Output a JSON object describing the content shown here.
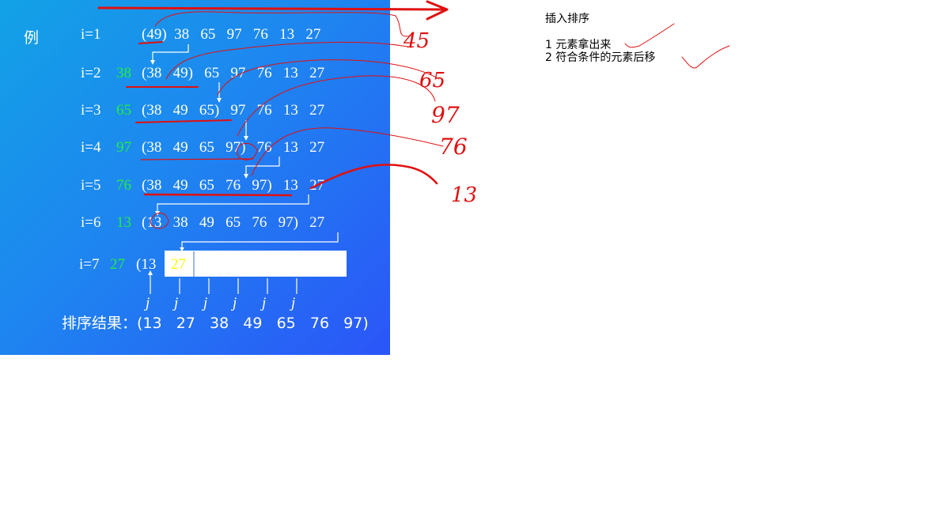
{
  "slide": {
    "example_label": "例",
    "rows": [
      {
        "i": "i=1",
        "key": "",
        "seq": "(49)  38   65   97   76   13   27"
      },
      {
        "i": "i=2",
        "key": "38",
        "seq": "(38   49)   65   97   76   13   27"
      },
      {
        "i": "i=3",
        "key": "65",
        "seq": "(38   49   65)   97   76   13   27"
      },
      {
        "i": "i=4",
        "key": "97",
        "seq": "(38   49   65   97)   76   13   27"
      },
      {
        "i": "i=5",
        "key": "76",
        "seq": "(38   49   65   76   97)   13   27"
      },
      {
        "i": "i=6",
        "key": "13",
        "seq": "(13   38   49   65   76   97)   27"
      },
      {
        "i": "i=7",
        "key": "27",
        "seq": "(13"
      }
    ],
    "box_value": "27",
    "j_labels": [
      "j",
      "j",
      "j",
      "j",
      "j",
      "j"
    ],
    "result": "排序结果：(13   27   38   49   65   76   97)"
  },
  "annotations": [
    "45",
    "65",
    "97",
    "76",
    "13"
  ],
  "notes": {
    "title": "插入排序",
    "items": [
      "1 元素拿出来",
      "2 符合条件的元素后移"
    ]
  },
  "colors": {
    "slide_top_left": "#12a2e6",
    "slide_bottom_right": "#2b55f8",
    "key_green": "#22ee44",
    "highlight_yellow": "#ffff00",
    "ink_red": "#e01010"
  }
}
